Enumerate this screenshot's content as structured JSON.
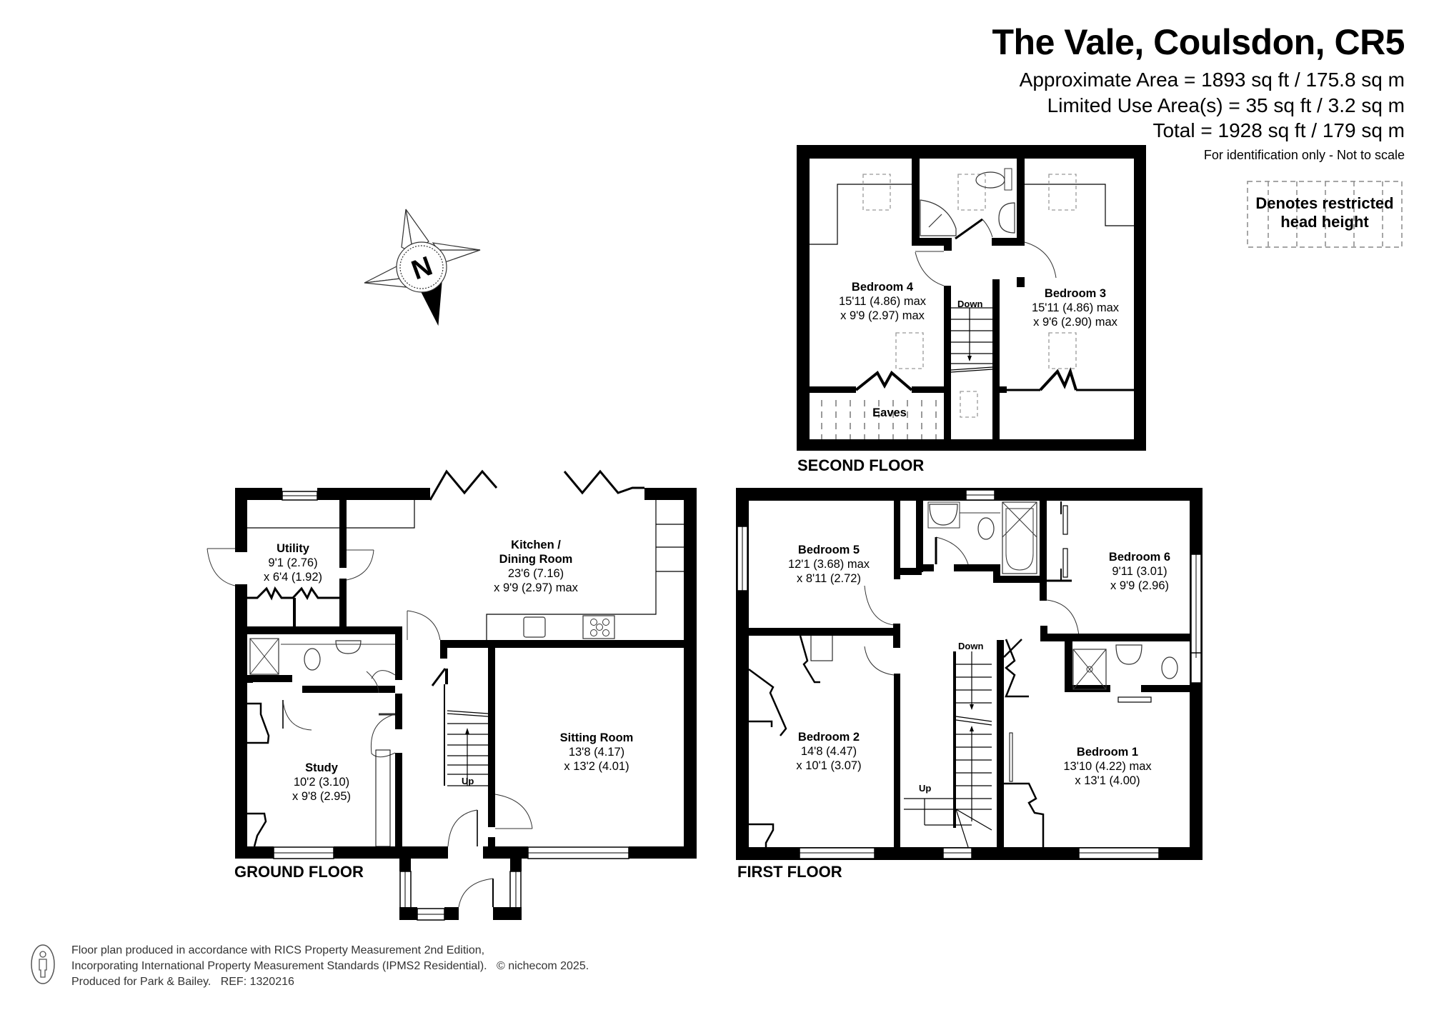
{
  "header": {
    "title": "The Vale, Coulsdon, CR5",
    "approximate_area": "Approximate Area = 1893 sq ft / 175.8 sq m",
    "limited_use_area": "Limited Use Area(s) = 35 sq ft / 3.2 sq m",
    "total_area": "Total = 1928 sq ft / 179 sq m",
    "disclaimer": "For identification only - Not to scale"
  },
  "legend": {
    "line1": "Denotes restricted",
    "line2": "head height",
    "icon": "dashed-hatch-box-icon"
  },
  "compass": {
    "label": "N",
    "icon": "compass-north-icon"
  },
  "floors": {
    "ground": {
      "label": "GROUND FLOOR",
      "rooms": [
        {
          "name": "Utility",
          "dim1": "9'1 (2.76)",
          "dim2": "x 6'4 (1.92)"
        },
        {
          "name": "Kitchen /",
          "name2": "Dining Room",
          "dim1": "23'6 (7.16)",
          "dim2": "x 9'9 (2.97) max"
        },
        {
          "name": "Sitting Room",
          "dim1": "13'8 (4.17)",
          "dim2": "x 13'2 (4.01)"
        },
        {
          "name": "Study",
          "dim1": "10'2 (3.10)",
          "dim2": "x 9'8 (2.95)"
        }
      ],
      "stair_label": "Up"
    },
    "first": {
      "label": "FIRST FLOOR",
      "rooms": [
        {
          "name": "Bedroom 5",
          "dim1": "12'1 (3.68) max",
          "dim2": "x 8'11 (2.72)"
        },
        {
          "name": "Bedroom 6",
          "dim1": "9'11 (3.01)",
          "dim2": "x 9'9 (2.96)"
        },
        {
          "name": "Bedroom 2",
          "dim1": "14'8 (4.47)",
          "dim2": "x 10'1 (3.07)"
        },
        {
          "name": "Bedroom 1",
          "dim1": "13'10 (4.22) max",
          "dim2": "x 13'1 (4.00)"
        }
      ],
      "stair_down_label": "Down",
      "stair_up_label": "Up"
    },
    "second": {
      "label": "SECOND FLOOR",
      "rooms": [
        {
          "name": "Bedroom 4",
          "dim1": "15'11 (4.86) max",
          "dim2": "x 9'9 (2.97) max"
        },
        {
          "name": "Bedroom 3",
          "dim1": "15'11 (4.86) max",
          "dim2": "x 9'6 (2.90) max"
        },
        {
          "name": "Eaves"
        }
      ],
      "stair_label": "Down"
    }
  },
  "footer": {
    "line1": "Floor plan produced in accordance with RICS Property Measurement 2nd Edition,",
    "line2": "Incorporating International Property Measurement Standards (IPMS2 Residential).",
    "copyright": "© nichecom 2025.",
    "line3": "Produced for Park & Bailey.",
    "ref": "REF:  1320216",
    "icon": "person-info-icon"
  },
  "colors": {
    "wall": "#000000",
    "background": "#ffffff",
    "footer_text": "#333333",
    "dashed": "#888888"
  }
}
